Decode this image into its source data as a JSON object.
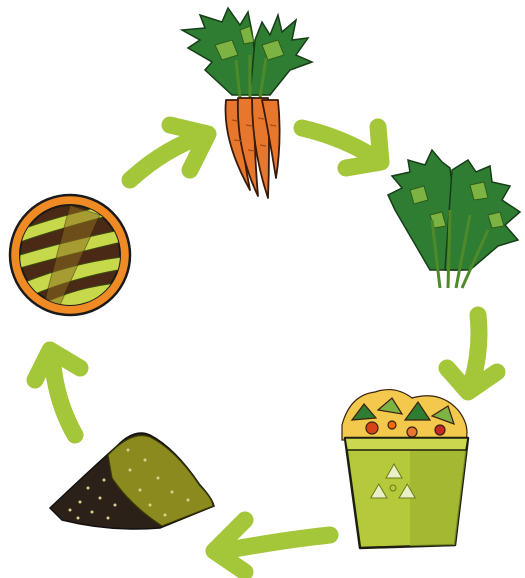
{
  "diagram": {
    "type": "cycle",
    "direction": "clockwise",
    "stages": [
      {
        "id": "carrots",
        "icon": "carrot-bunch-icon"
      },
      {
        "id": "carrot-tops",
        "icon": "carrot-greens-icon"
      },
      {
        "id": "compost-bin",
        "icon": "recycling-compost-bin-icon"
      },
      {
        "id": "compost-soil",
        "icon": "soil-pile-icon"
      },
      {
        "id": "field",
        "icon": "crop-field-icon"
      }
    ],
    "arrow_color": "#a4c639"
  },
  "colors": {
    "carrot_orange": "#e8772e",
    "leaf_green": "#2f7d32",
    "leaf_light": "#7cb342",
    "bin_green": "#b5c93a",
    "soil_dark": "#2b2118",
    "soil_olive": "#8a8a1e",
    "field_orange": "#f08a24"
  }
}
